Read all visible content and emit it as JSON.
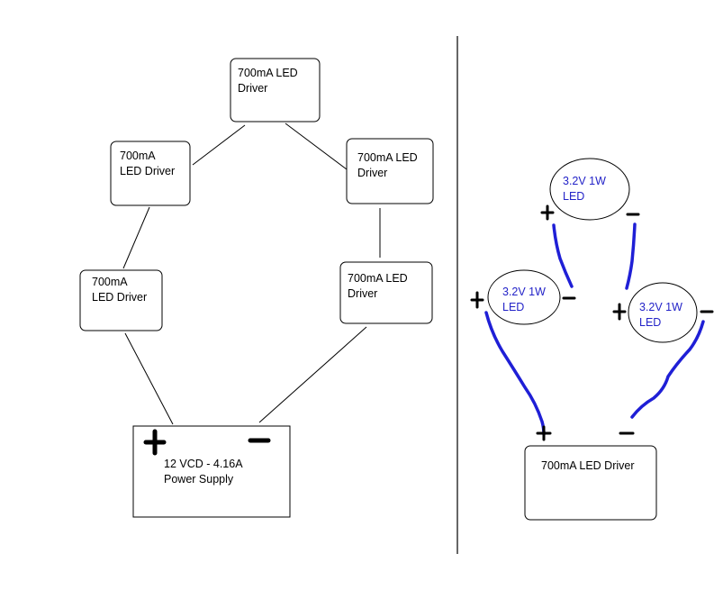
{
  "left_diagram": {
    "top_driver": {
      "line1": "700mA LED",
      "line2": "Driver"
    },
    "upper_left_driver": {
      "line1": "700mA",
      "line2": "LED Driver"
    },
    "upper_right_driver": {
      "line1": "700mA LED",
      "line2": "Driver"
    },
    "lower_left_driver": {
      "line1": "700mA",
      "line2": "LED Driver"
    },
    "lower_right_driver": {
      "line1": "700mA LED",
      "line2": "Driver"
    },
    "power_supply": {
      "line1": "12 VCD - 4.16A",
      "line2": "Power Supply",
      "plus": "+",
      "minus": "−"
    }
  },
  "right_diagram": {
    "led_top": {
      "line1": "3.2V 1W",
      "line2": "LED",
      "plus": "+",
      "minus": "−"
    },
    "led_left": {
      "line1": "3.2V 1W",
      "line2": "LED",
      "plus": "+",
      "minus": "−"
    },
    "led_right": {
      "line1": "3.2V 1W",
      "line2": "LED",
      "plus": "+",
      "minus": "−"
    },
    "driver": {
      "label": "700mA LED Driver",
      "plus": "+",
      "minus": "−"
    }
  },
  "colors": {
    "wire_blue": "#1f1fd6",
    "label_blue": "#2323c8",
    "line": "#000000"
  }
}
